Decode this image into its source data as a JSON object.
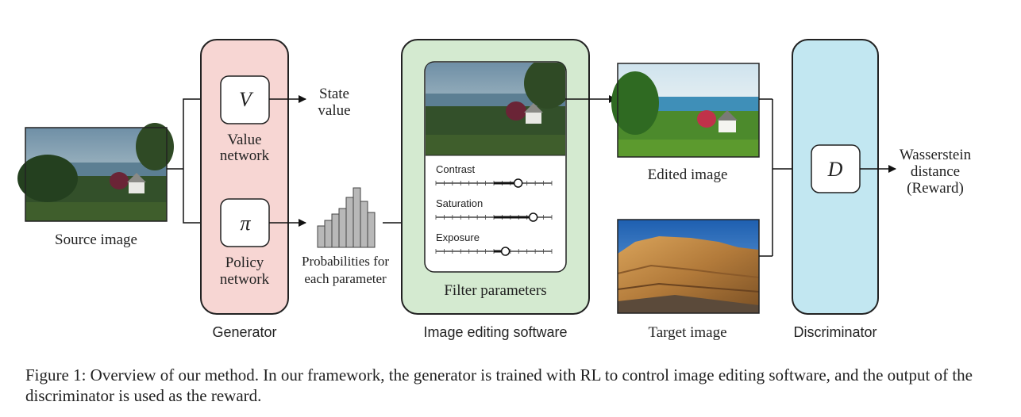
{
  "source": {
    "caption": "Source image"
  },
  "generator": {
    "label": "Generator",
    "value_symbol": "V",
    "value_label_1": "Value",
    "value_label_2": "network",
    "policy_symbol": "π",
    "policy_label_1": "Policy",
    "policy_label_2": "network"
  },
  "state_value": {
    "line1": "State",
    "line2": "value"
  },
  "probabilities": {
    "line1": "Probabilities for",
    "line2": "each parameter"
  },
  "editing_software": {
    "label": "Image editing software",
    "panel_label": "Filter parameters",
    "sliders": [
      {
        "name": "Contrast",
        "value": 0.71
      },
      {
        "name": "Saturation",
        "value": 0.84
      },
      {
        "name": "Exposure",
        "value": 0.6
      }
    ]
  },
  "edited": {
    "caption": "Edited image"
  },
  "target": {
    "caption": "Target image"
  },
  "discriminator": {
    "label": "Discriminator",
    "symbol": "D",
    "output_1": "Wasserstein",
    "output_2": "distance",
    "output_3": "(Reward)"
  },
  "figure_caption": "Figure 1: Overview of our method. In our framework, the generator is trained with RL to control image editing software, and the output of the discriminator is used as the reward.",
  "colors": {
    "generator_fill": "#f7d6d3",
    "editing_fill": "#d4ead0",
    "discriminator_fill": "#c2e7f1"
  }
}
